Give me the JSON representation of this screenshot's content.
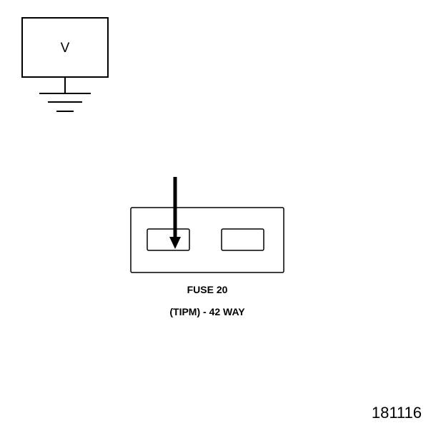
{
  "meter": {
    "label": "V"
  },
  "fuse": {
    "title": "FUSE 20",
    "connector": "(TIPM) - 42 WAY"
  },
  "figure_id": "181116"
}
